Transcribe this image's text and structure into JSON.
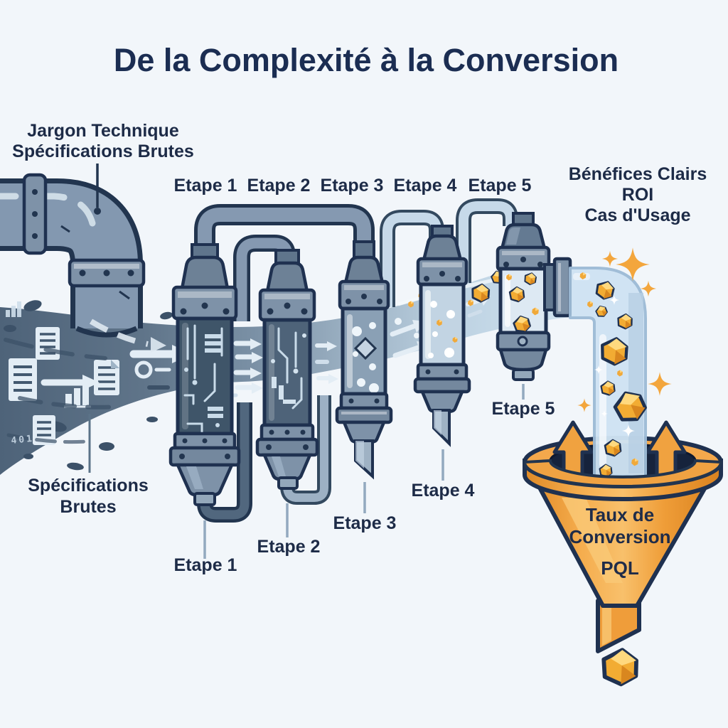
{
  "title": "De la Complexité à la Conversion",
  "input_label": {
    "line1": "Jargon Technique",
    "line2": "Spécifications Brutes"
  },
  "raw_specs_label": {
    "line1": "Spécifications",
    "line2": "Brutes"
  },
  "stages": [
    {
      "id": 1,
      "top_label": "Etape 1",
      "bottom_label": "Etape 1"
    },
    {
      "id": 2,
      "top_label": "Etape 2",
      "bottom_label": "Etape 2"
    },
    {
      "id": 3,
      "top_label": "Etape 3",
      "bottom_label": "Etape 3"
    },
    {
      "id": 4,
      "top_label": "Etape 4",
      "bottom_label": "Etape 4"
    },
    {
      "id": 5,
      "top_label": "Etape 5",
      "bottom_label": "Etape 5"
    }
  ],
  "output_label": {
    "line1": "Bénéfices Clairs",
    "line2": "ROI",
    "line3": "Cas d'Usage"
  },
  "funnel_label": {
    "line1": "Taux de",
    "line2": "Conversion",
    "line3": "PQL"
  },
  "stream_glyph": "401",
  "colors": {
    "background": "#f2f6fa",
    "outline_navy": "#1f3150",
    "text_navy": "#1b2d52",
    "steel_pipe": "#8398b0",
    "stream_dark": "#4e6379",
    "stream_light": "#d2e4f1",
    "glass_pipe": "#cfe3f3",
    "gold": "#f2ac33",
    "funnel_orange": "#ef9d3a"
  }
}
